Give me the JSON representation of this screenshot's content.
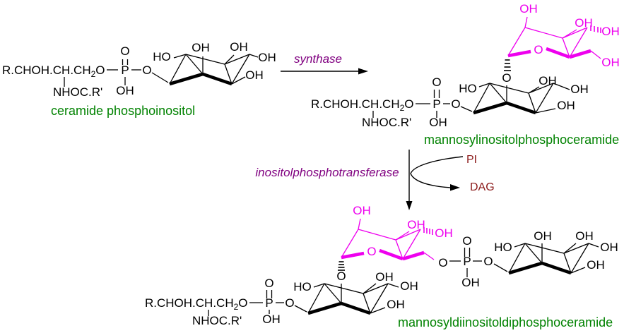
{
  "colors": {
    "background": "#ffffff",
    "bond": "#000000",
    "molecule_name_green": "#008200",
    "enzyme_purple": "#800080",
    "mannose_magenta": "#EE00EE",
    "cofactor_dark_red": "#8B1A1A"
  },
  "molecules": {
    "m1": {
      "label": "ceramide phosphoinositol"
    },
    "m2": {
      "label": "mannosylinositolphosphoceramide"
    },
    "m3": {
      "label": "mannosyldiinositoldiphosphoceramide"
    }
  },
  "reactions": {
    "step1_enzyme": "synthase",
    "step2_enzyme": "inositolphosphotransferase",
    "step2_substrate_in": "PI",
    "step2_product_out": "DAG"
  },
  "atoms": {
    "O": "O",
    "OH": "OH",
    "HO": "HO",
    "P": "P",
    "chain_pre": "R.CHOH.CH.CH",
    "chain_sub": "2",
    "chain_post": "O",
    "amide": "NHOC.R'"
  }
}
